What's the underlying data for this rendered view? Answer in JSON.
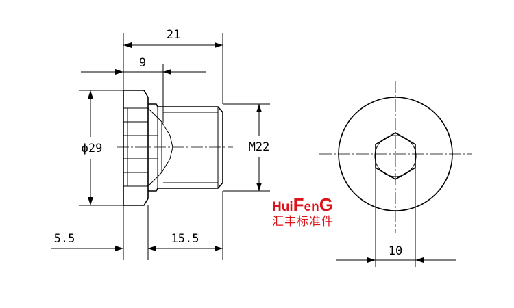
{
  "dimensions": {
    "overall_length": "21",
    "head_length": "9",
    "head_diameter": "ϕ29",
    "thread_size": "M22",
    "head_height": "5.5",
    "thread_length": "15.5",
    "hex_socket_size": "10"
  },
  "logo": {
    "text_part1": "Hui",
    "text_big_f": "F",
    "text_part2": "en",
    "text_big_g": "G",
    "chinese": "汇丰标准件",
    "color": "#d9141b"
  }
}
